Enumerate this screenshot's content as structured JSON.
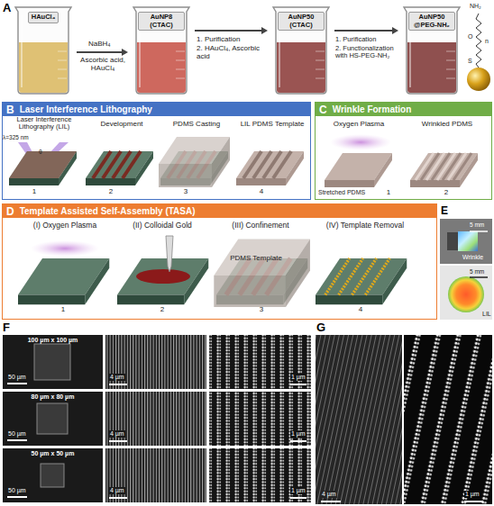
{
  "diagram": {
    "nodes": [
      {
        "text": [
          "HAuCl₄"
        ]
      },
      {
        "text": [
          "AuNP8 (CTAC)"
        ]
      },
      {
        "text": [
          "AuNP50 (CTAC)"
        ]
      },
      {
        "text": [
          "AuNP50 @PEG-NH₂"
        ]
      },
      {
        "text": [
          "B",
          "Laser Interference Lithography"
        ]
      },
      {
        "text": [
          "C",
          "Wrinkle Formation"
        ]
      },
      {
        "text": [
          "D",
          "Template Assisted Self-Assembly (TASA)"
        ]
      }
    ],
    "edges": [
      {
        "from": 0,
        "to": 1,
        "arrow": "to"
      },
      {
        "from": 1,
        "to": 2,
        "arrow": "to"
      },
      {
        "from": 2,
        "to": 3,
        "arrow": "to"
      }
    ],
    "labels": [
      "A",
      "NaBH₄",
      "Ascorbic acid, HAuCl₄",
      "1. Purification",
      "2. HAuCl₄, Ascorbic acid",
      "1. Purification",
      "2. Functionalization with HS-PEG-NH₂",
      "NH₂",
      "O",
      "n",
      "S",
      "Laser Interference Lithography (LIL)",
      "λ=325 nm",
      "θ",
      "Development",
      "PDMS Casting",
      "LIL PDMS Template",
      "1",
      "2",
      "3",
      "4",
      "Oxygen Plasma",
      "Wrinkled PDMS",
      "Stretched PDMS",
      "1",
      "2",
      "(I) Oxygen Plasma",
      "(II) Colloidal Gold",
      "(III) Confinement",
      "(IV) Template Removal",
      "PDMS Template",
      "1",
      "2",
      "3",
      "4",
      "E",
      "5 mm",
      "Wrinkle",
      "5 mm",
      "LIL",
      "F",
      "100 µm x 100 µm",
      "50 µm",
      "4 µm",
      "1 µm",
      "80 µm x 80 µm",
      "50 µm",
      "4 µm",
      "1 µm",
      "50 µm x 50 µm",
      "50 µm",
      "4 µm",
      "1 µm",
      "G",
      "4 µm",
      "1 µm"
    ]
  }
}
